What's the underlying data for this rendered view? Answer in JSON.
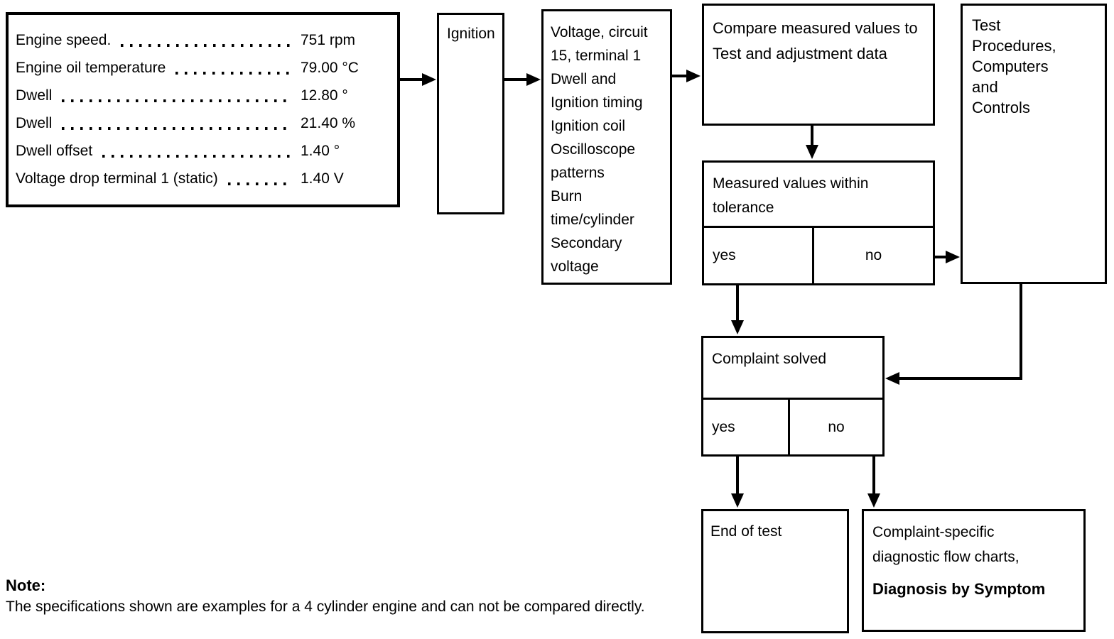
{
  "colors": {
    "ink": "#000000",
    "paper": "#ffffff"
  },
  "diagram": {
    "spec_box": {
      "rows": [
        {
          "label": "Engine speed.",
          "value": "751 rpm"
        },
        {
          "label": "Engine oil temperature",
          "value": "79.00 °C"
        },
        {
          "label": "Dwell",
          "value": "12.80 °"
        },
        {
          "label": "Dwell",
          "value": "21.40 %"
        },
        {
          "label": "Dwell offset",
          "value": "1.40 °"
        },
        {
          "label": "Voltage drop terminal 1 (static)",
          "value": "1.40 V"
        }
      ]
    },
    "ignition_box": {
      "label": "Ignition"
    },
    "signals_box": {
      "lines": [
        "Voltage, circuit",
        "15, terminal 1",
        "Dwell and",
        "Ignition timing",
        "Ignition coil",
        "Oscilloscope",
        "patterns",
        "Burn",
        "time/cylinder",
        "Secondary",
        "voltage"
      ]
    },
    "compare_box": {
      "lines": [
        "Compare measured values to",
        "Test and adjustment data"
      ]
    },
    "test_box": {
      "lines": [
        "Test",
        "Procedures,",
        "Computers",
        "and",
        "Controls"
      ]
    },
    "measured_box": {
      "title_lines": [
        "Measured values within",
        "tolerance"
      ],
      "yes_label": "yes",
      "no_label": "no"
    },
    "complaint_box": {
      "title": "Complaint solved",
      "yes_label": "yes",
      "no_label": "no"
    },
    "end_box": {
      "label": "End of test"
    },
    "flowcharts_box": {
      "lines": [
        "Complaint-specific",
        "diagnostic flow charts,"
      ],
      "bold_line": "Diagnosis by Symptom"
    },
    "note": {
      "heading": "Note:",
      "body": "The specifications shown are examples for a 4 cylinder engine and can not be compared directly."
    }
  }
}
